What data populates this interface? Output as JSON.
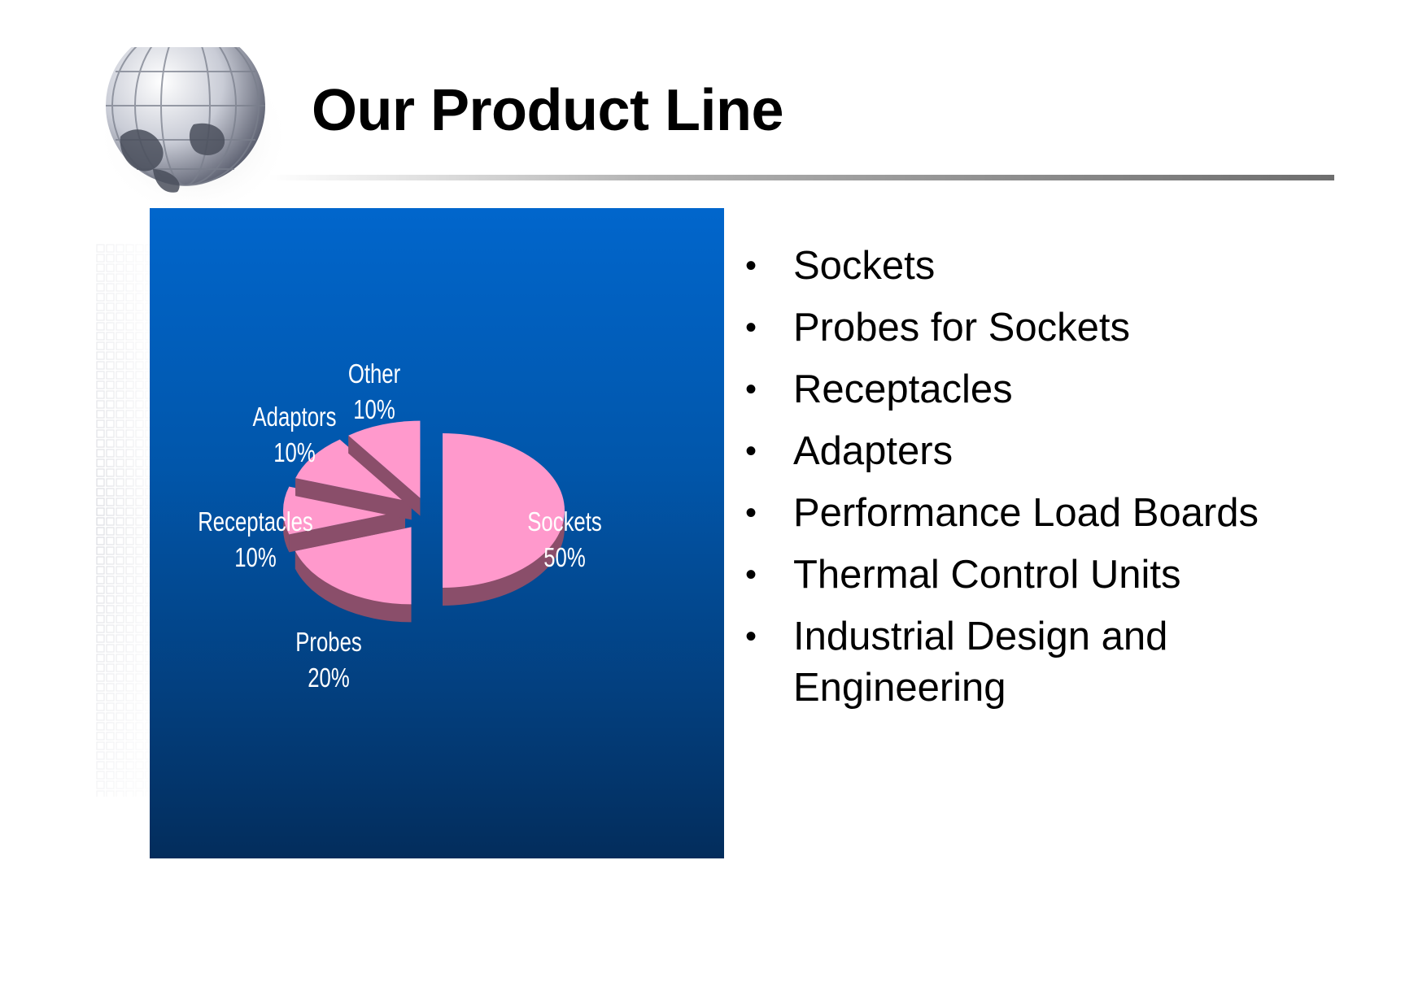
{
  "slide": {
    "title": "Our Product Line",
    "bullets": [
      "Sockets",
      "Probes for Sockets",
      "Receptacles",
      "Adapters",
      "Performance Load Boards",
      "Thermal Control Units",
      "Industrial Design and Engineering"
    ],
    "bullet_glyph": "•",
    "colors": {
      "panel_top": "#0166cc",
      "panel_bottom": "#032d5c",
      "slice_top": "#ff99cc",
      "slice_side": "#8a4e6a",
      "label": "#ffffff"
    }
  },
  "chart_data": {
    "type": "pie",
    "style": "3d-exploded",
    "slices": [
      {
        "name": "Sockets",
        "value": 50,
        "label_value": "50%"
      },
      {
        "name": "Probes",
        "value": 20,
        "label_value": "20%"
      },
      {
        "name": "Receptacles",
        "value": 10,
        "label_value": "10%"
      },
      {
        "name": "Adaptors",
        "value": 10,
        "label_value": "10%"
      },
      {
        "name": "Other",
        "value": 10,
        "label_value": "10%"
      }
    ],
    "legend": "none",
    "data_labels": "name-and-percent"
  }
}
